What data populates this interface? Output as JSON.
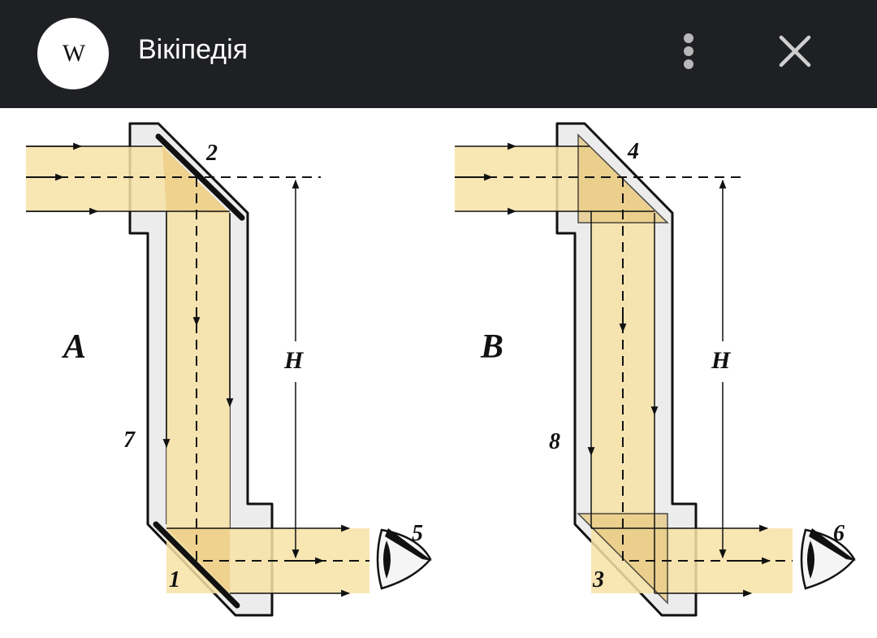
{
  "header": {
    "logo_letter": "W",
    "title": "Вікіпедія",
    "menu_icon": "more-vert-icon",
    "close_icon": "close-icon",
    "background_color": "#1f2023"
  },
  "diagram": {
    "left": {
      "panel_label": "A",
      "height_label": "H",
      "callouts": [
        "1",
        "2",
        "5",
        "7"
      ]
    },
    "right": {
      "panel_label": "B",
      "height_label": "H",
      "callouts": [
        "3",
        "4",
        "6",
        "8"
      ]
    },
    "colors": {
      "beam": "#f7e2a6",
      "beam_dark": "#eccd86",
      "tube": "#ececec",
      "outline": "#111111"
    }
  }
}
